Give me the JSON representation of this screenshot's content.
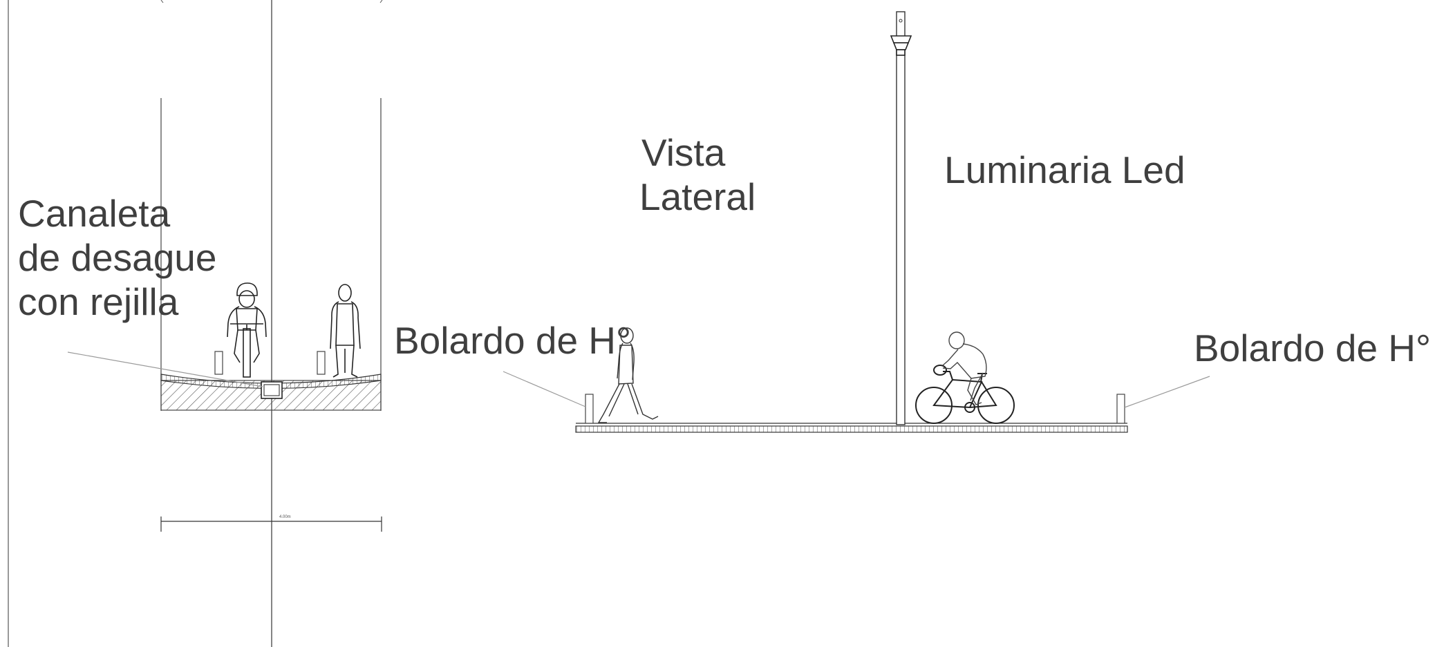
{
  "labels": {
    "canaleta": [
      "Canaleta",
      "de desague",
      "con rejilla"
    ],
    "vista": [
      "Vista",
      "Lateral"
    ],
    "luminaria": "Luminaria Led",
    "bolardo_left": "Bolardo de H°",
    "bolardo_right": "Bolardo de H°"
  },
  "dimension_text": "4.00m",
  "colors": {
    "line": "#2a2a2a",
    "text": "#3f3f3f",
    "leader": "#9a9a9a",
    "hatch": "#555555"
  }
}
